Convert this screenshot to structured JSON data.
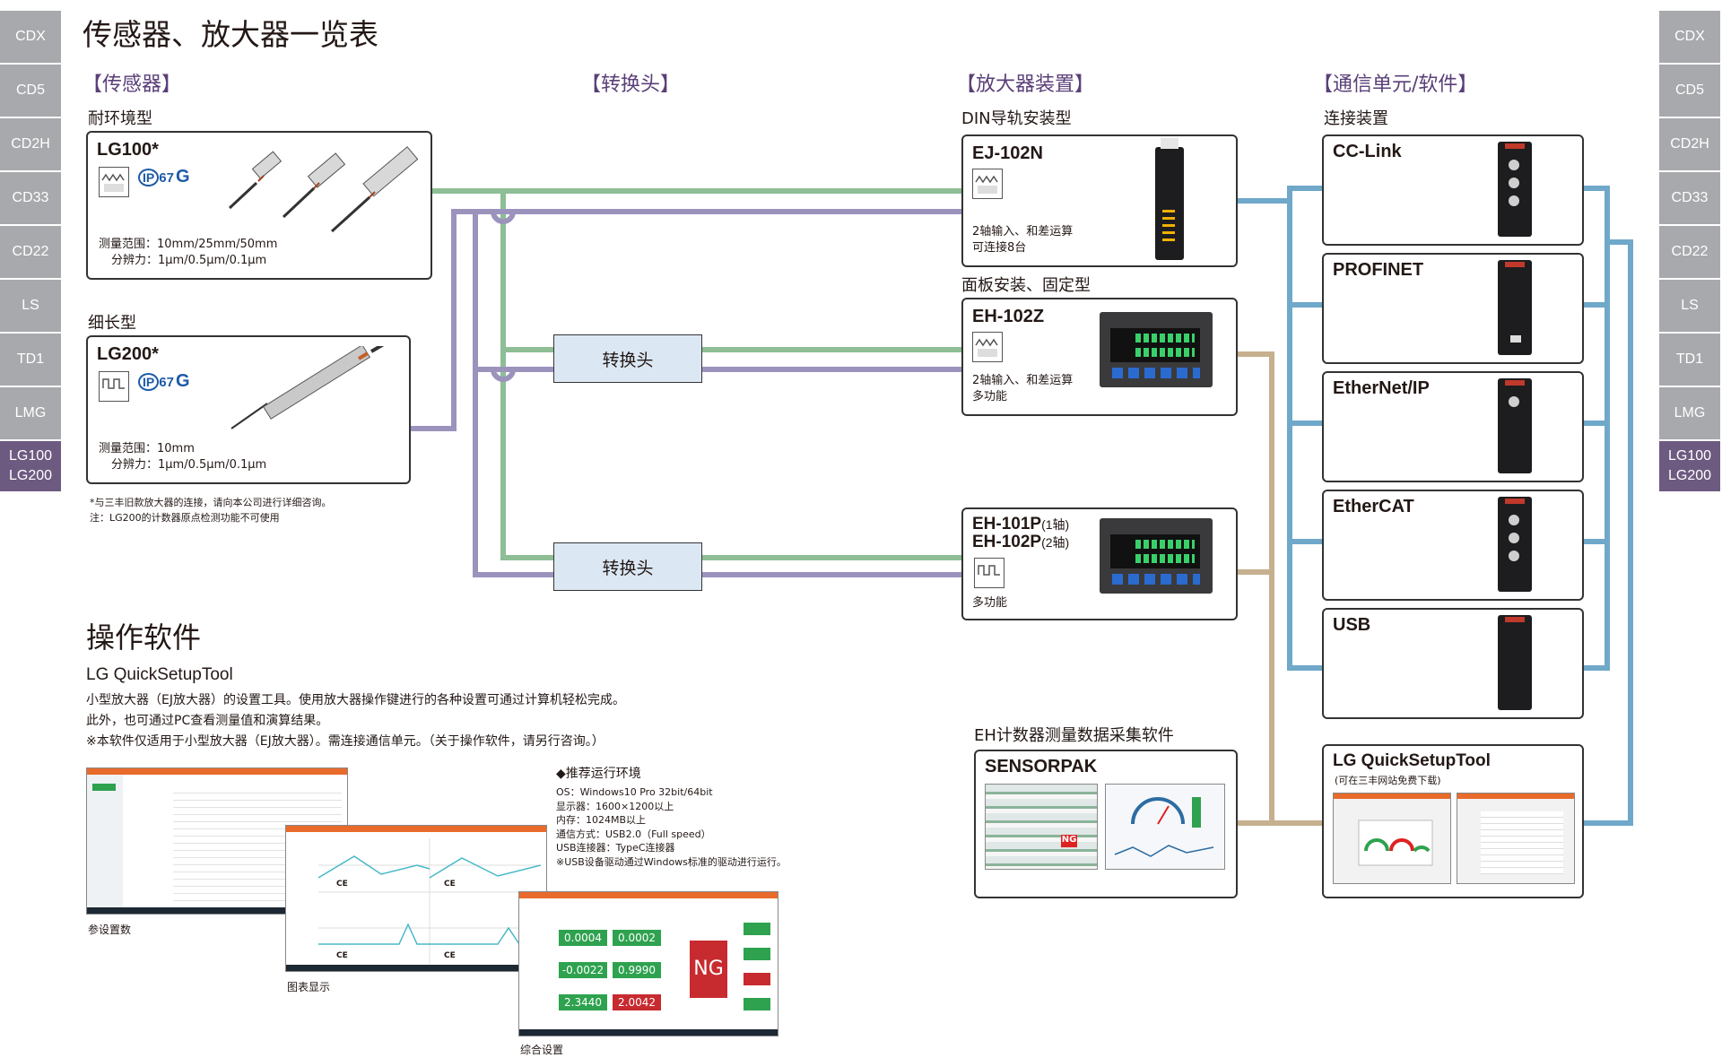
{
  "page_title": "传感器、放大器一览表",
  "side_tabs": [
    "CDX",
    "CD5",
    "CD2H",
    "CD33",
    "CD22",
    "LS",
    "TD1",
    "LMG",
    "LG100 LG200"
  ],
  "sections": {
    "sensor": "【传感器】",
    "converter": "【转换头】",
    "amplifier": "【放大器装置】",
    "comm": "【通信单元/软件】"
  },
  "sensor": {
    "group1": "耐环境型",
    "lg100": {
      "model": "LG100*",
      "ip": "IP67",
      "g": "G",
      "range": "测量范围：10mm/25mm/50mm",
      "resolution": "分辨力：1μm/0.5μm/0.1μm"
    },
    "group2": "细长型",
    "lg200": {
      "model": "LG200*",
      "ip": "IP67",
      "g": "G",
      "range": "测量范围：10mm",
      "resolution": "分辨力：1μm/0.5μm/0.1μm"
    },
    "note1": "*与三丰旧款放大器的连接，请向本公司进行详细咨询。",
    "note2": "注：LG200的计数器原点检测功能不可使用"
  },
  "converter": {
    "label1": "转换头",
    "label2": "转换头"
  },
  "amplifier": {
    "din_label": "DIN导轨安装型",
    "ej102n": {
      "model": "EJ-102N",
      "desc1": "2轴输入、和差运算",
      "desc2": "可连接8台"
    },
    "panel_label": "面板安装、固定型",
    "eh102z": {
      "model": "EH-102Z",
      "desc1": "2轴输入、和差运算",
      "desc2": "多功能"
    },
    "eh101p": {
      "model1": "EH-101P",
      "axis1": "(1轴)",
      "model2": "EH-102P",
      "axis2": "(2轴)",
      "desc": "多功能"
    },
    "software_label": "EH计数器测量数据采集软件",
    "sensorpak": "SENSORPAK"
  },
  "comm": {
    "connect_label": "连接装置",
    "units": [
      "CC-Link",
      "PROFINET",
      "EtherNet/IP",
      "EtherCAT",
      "USB"
    ],
    "lgqst": {
      "title": "LG QuickSetupTool",
      "note": "(可在三丰网站免费下载)"
    }
  },
  "software": {
    "heading": "操作软件",
    "name": "LG QuickSetupTool",
    "line1": "小型放大器（EJ放大器）的设置工具。使用放大器操作键进行的各种设置可通过计算机轻松完成。",
    "line2": "此外，也可通过PC查看测量值和演算结果。",
    "line3": "※本软件仅适用于小型放大器（EJ放大器）。需连接通信单元。（关于操作软件，请另行咨询。）",
    "env_title": "◆推荐运行环境",
    "env": [
      "OS：Windows10 Pro 32bit/64bit",
      "显示器：1600×1200以上",
      "内存：1024MB以上",
      "通信方式：USB2.0（Full speed）",
      "USB连接器：TypeC连接器",
      "※USB设备驱动通过Windows标准的驱动进行运行。"
    ],
    "cap1": "参设置数",
    "cap2": "图表显示",
    "cap3": "综合设置",
    "values": [
      "0.0004",
      "0.0002",
      "-0.0022",
      "0.9990",
      "2.3440",
      "2.0042"
    ],
    "ng": "NG",
    "ce": "CE"
  },
  "colors": {
    "green_line": "#8dbe95",
    "purple_line": "#9c93bd",
    "blue_line": "#6fa8c9",
    "tan_line": "#c6b08f",
    "section_purple": "#5a3f78",
    "converter_fill": "#dbe8f4",
    "tab_grey": "#a7a9ac",
    "tab_active": "#6d5a80"
  }
}
